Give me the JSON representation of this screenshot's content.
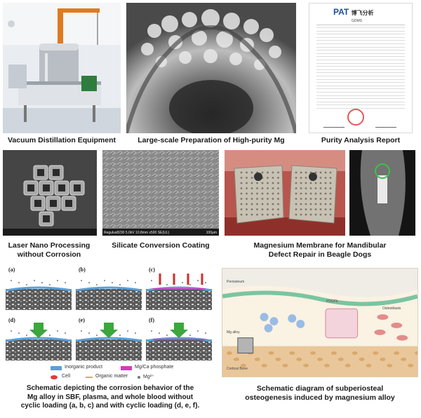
{
  "captions": {
    "vacuum": "Vacuum Distillation Equipment",
    "prep": "Large-scale Preparation of High-purity Mg",
    "purity": "Purity Analysis Report",
    "laser": "Laser Nano Processing\nwithout Corrosion",
    "silicate": "Silicate Conversion Coating",
    "membrane": "Magnesium Membrane for Mandibular\nDefect Repair in Beagle Dogs",
    "corrosion": "Schematic depicting the corrosion behavior of the\nMg alloy in SBF, plasma, and whole blood without\ncyclic loading (a, b, c) and with cyclic loading (d, e, f).",
    "osteo": "Schematic diagram of subperiosteal\nosteogenesis induced by magnesium alloy"
  },
  "report": {
    "logo": "PAT",
    "logo_cn": "博飞分析",
    "title": "GDMS"
  },
  "sem": {
    "info": "Regulus8230 5.0kV 10.8mm x500 SE(UL)",
    "scale": "100μm"
  },
  "corrosion_panels": [
    "(a)",
    "(b)",
    "(c)",
    "(d)",
    "(e)",
    "(f)"
  ],
  "legend": {
    "inorganic": "Inorganic product",
    "mgca": "Mg/Ca phosphate",
    "cell": "Cell",
    "organic": "Organic matter",
    "mg": "Mg²⁺"
  },
  "osteo_labels": {
    "periosteum": "Periosteum",
    "mgalloy": "Mg alloy",
    "cortical": "Cortical Bone",
    "osteoblasts": "Osteoblasts",
    "pdgfb": "PDGFb"
  },
  "colors": {
    "inorganic": "#5aa0d6",
    "mgca": "#d63ab8",
    "cell": "#e23a3a",
    "arrow_green": "#3aa83a",
    "arrow_red": "#d92a2a"
  }
}
